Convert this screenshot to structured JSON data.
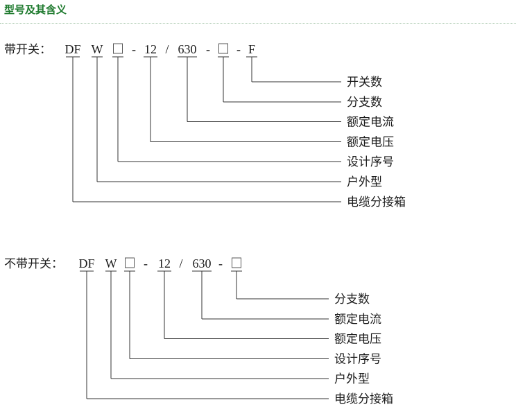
{
  "header": {
    "title": "型号及其含义"
  },
  "diagrams": [
    {
      "prefix": "带开关：",
      "segments": [
        {
          "text": "DF",
          "label": "电缆分接箱"
        },
        {
          "text": "W",
          "label": "户外型"
        },
        {
          "text": "□",
          "label": "设计序号"
        },
        {
          "text": "-",
          "label": null
        },
        {
          "text": "12",
          "label": "额定电压"
        },
        {
          "text": "/",
          "label": null
        },
        {
          "text": "630",
          "label": "额定电流"
        },
        {
          "text": "-",
          "label": null
        },
        {
          "text": "□",
          "label": "分支数"
        },
        {
          "text": "-",
          "label": null
        },
        {
          "text": "F",
          "label": "开关数"
        }
      ]
    },
    {
      "prefix": "不带开关：",
      "segments": [
        {
          "text": "DF",
          "label": "电缆分接箱"
        },
        {
          "text": "W",
          "label": "户外型"
        },
        {
          "text": "□",
          "label": "设计序号"
        },
        {
          "text": "-",
          "label": null
        },
        {
          "text": "12",
          "label": "额定电压"
        },
        {
          "text": "/",
          "label": null
        },
        {
          "text": "630",
          "label": "额定电流"
        },
        {
          "text": "-",
          "label": null
        },
        {
          "text": "□",
          "label": "分支数"
        }
      ]
    }
  ]
}
